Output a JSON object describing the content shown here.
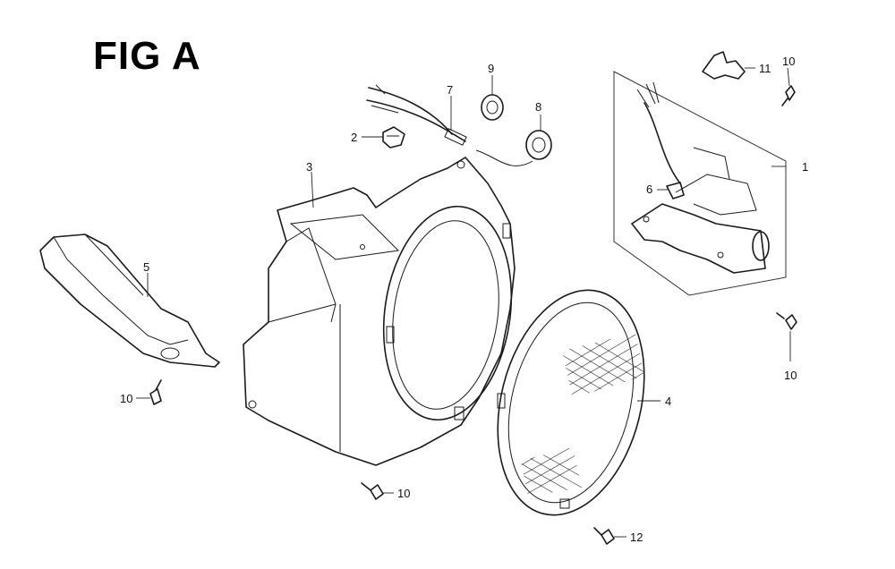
{
  "figure": {
    "title": "FIG A"
  },
  "callouts": {
    "c1": "1",
    "c2": "2",
    "c3": "3",
    "c4": "4",
    "c5": "5",
    "c6": "6",
    "c7": "7",
    "c8": "8",
    "c9": "9",
    "c10a": "10",
    "c10b": "10",
    "c10c": "10",
    "c10d": "10",
    "c11": "11",
    "c12": "12"
  }
}
